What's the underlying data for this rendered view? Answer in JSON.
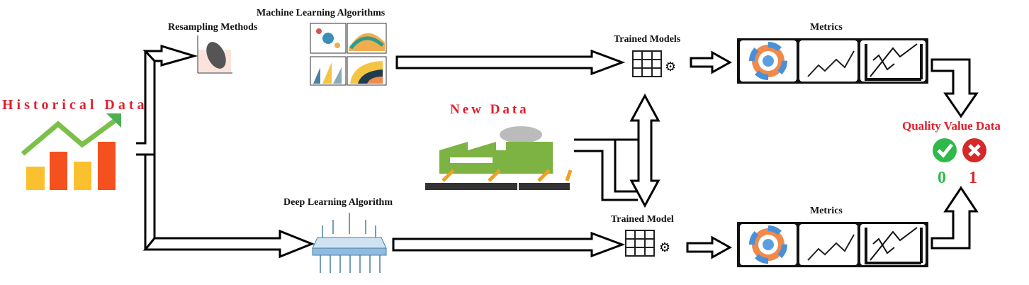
{
  "historical": {
    "label": "Historical Data"
  },
  "resampling": {
    "label": "Resampling Methods"
  },
  "ml": {
    "label": "Machine Learning Algorithms"
  },
  "dl": {
    "label": "Deep Learning Algorithm"
  },
  "new_data": {
    "label": "New Data"
  },
  "trained_top": {
    "label": "Trained Models"
  },
  "trained_bottom": {
    "label": "Trained Model"
  },
  "metrics_top": {
    "label": "Metrics"
  },
  "metrics_bottom": {
    "label": "Metrics"
  },
  "quality": {
    "label": "Quality Value Data",
    "good_value": "0",
    "bad_value": "1"
  },
  "colors": {
    "label_red": "#e0202e",
    "good_green": "#2fb94a",
    "bad_red": "#d62828",
    "chart_orange": "#f4511e",
    "chart_yellow": "#fbc02d",
    "factory_green": "#7cb342"
  }
}
